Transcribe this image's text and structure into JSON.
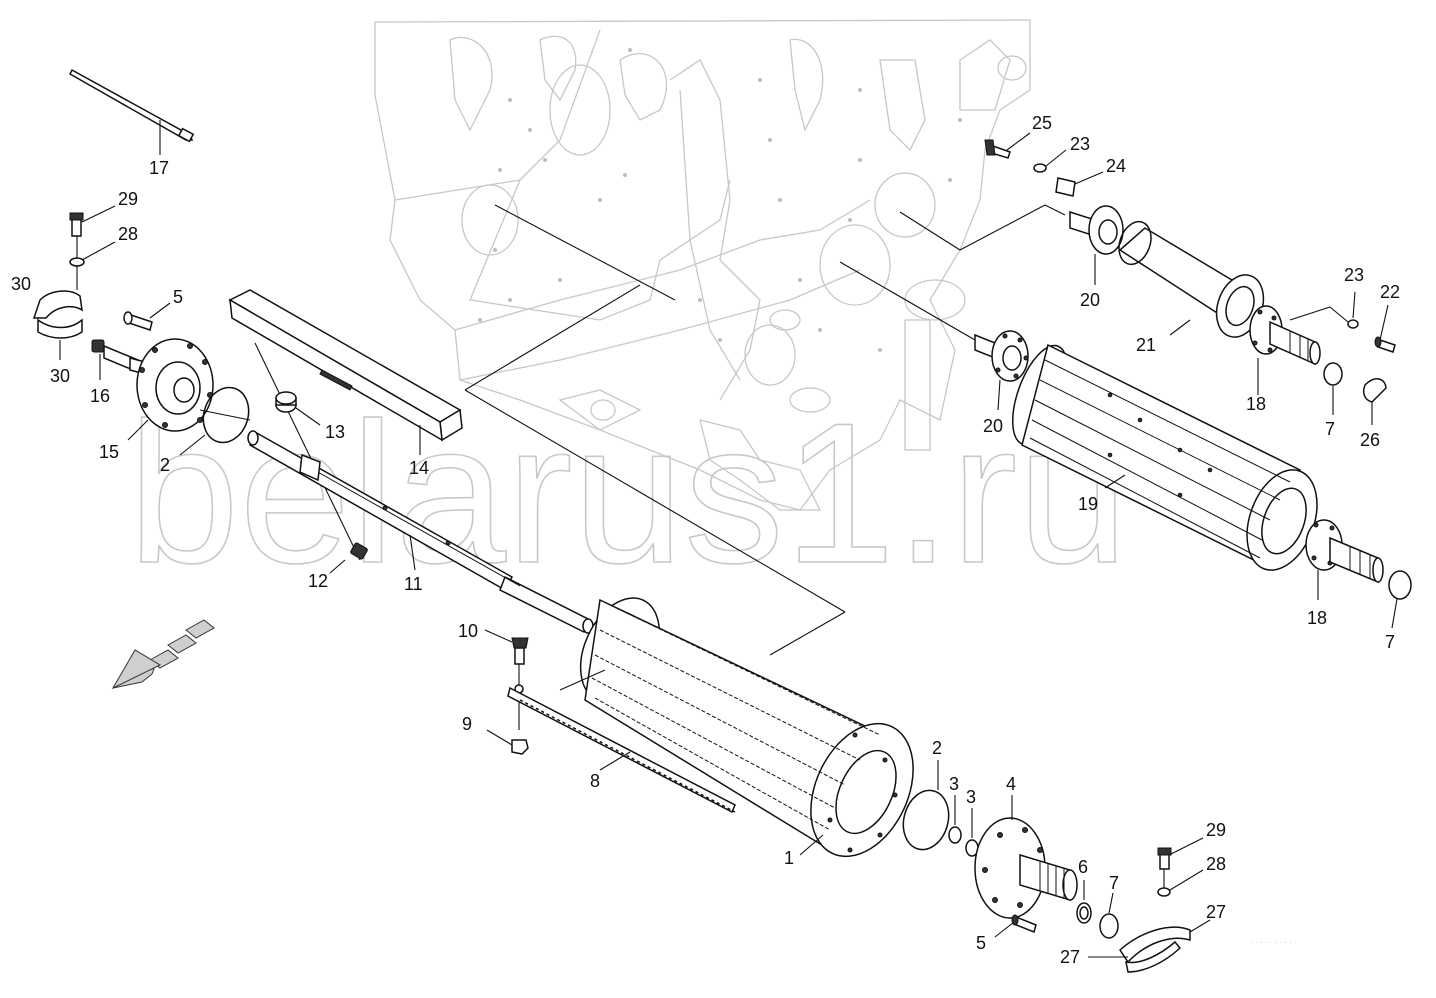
{
  "watermark": "belarus1.ru",
  "corner_mark": "",
  "labels": [
    {
      "id": "l17",
      "text": "17"
    },
    {
      "id": "l29a",
      "text": "29"
    },
    {
      "id": "l28a",
      "text": "28"
    },
    {
      "id": "l30a",
      "text": "30"
    },
    {
      "id": "l30b",
      "text": "30"
    },
    {
      "id": "l5a",
      "text": "5"
    },
    {
      "id": "l16",
      "text": "16"
    },
    {
      "id": "l15",
      "text": "15"
    },
    {
      "id": "l2a",
      "text": "2"
    },
    {
      "id": "l13",
      "text": "13"
    },
    {
      "id": "l14",
      "text": "14"
    },
    {
      "id": "l12",
      "text": "12"
    },
    {
      "id": "l11",
      "text": "11"
    },
    {
      "id": "l10",
      "text": "10"
    },
    {
      "id": "l9",
      "text": "9"
    },
    {
      "id": "l8",
      "text": "8"
    },
    {
      "id": "l1",
      "text": "1"
    },
    {
      "id": "l2b",
      "text": "2"
    },
    {
      "id": "l3a",
      "text": "3"
    },
    {
      "id": "l3b",
      "text": "3"
    },
    {
      "id": "l4",
      "text": "4"
    },
    {
      "id": "l6",
      "text": "6"
    },
    {
      "id": "l7a",
      "text": "7"
    },
    {
      "id": "l5b",
      "text": "5"
    },
    {
      "id": "l27a",
      "text": "27"
    },
    {
      "id": "l27b",
      "text": "27"
    },
    {
      "id": "l29b",
      "text": "29"
    },
    {
      "id": "l28b",
      "text": "28"
    },
    {
      "id": "l25",
      "text": "25"
    },
    {
      "id": "l23a",
      "text": "23"
    },
    {
      "id": "l24",
      "text": "24"
    },
    {
      "id": "l20a",
      "text": "20"
    },
    {
      "id": "l21",
      "text": "21"
    },
    {
      "id": "l23b",
      "text": "23"
    },
    {
      "id": "l22",
      "text": "22"
    },
    {
      "id": "l18a",
      "text": "18"
    },
    {
      "id": "l7b",
      "text": "7"
    },
    {
      "id": "l26",
      "text": "26"
    },
    {
      "id": "l20b",
      "text": "20"
    },
    {
      "id": "l19",
      "text": "19"
    },
    {
      "id": "l18b",
      "text": "18"
    },
    {
      "id": "l7c",
      "text": "7"
    }
  ]
}
